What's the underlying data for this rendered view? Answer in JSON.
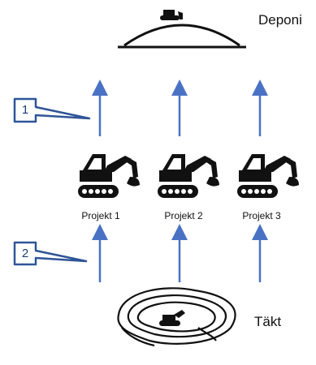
{
  "top": {
    "label": "Deponi"
  },
  "bottom": {
    "label": "Täkt"
  },
  "projects": [
    {
      "label": "Projekt 1"
    },
    {
      "label": "Projekt 2"
    },
    {
      "label": "Projekt 3"
    }
  ],
  "callouts": [
    {
      "number": "1"
    },
    {
      "number": "2"
    }
  ],
  "colors": {
    "arrow": "#4a72c4",
    "callout_border": "#2f5597",
    "icon": "#111111"
  }
}
